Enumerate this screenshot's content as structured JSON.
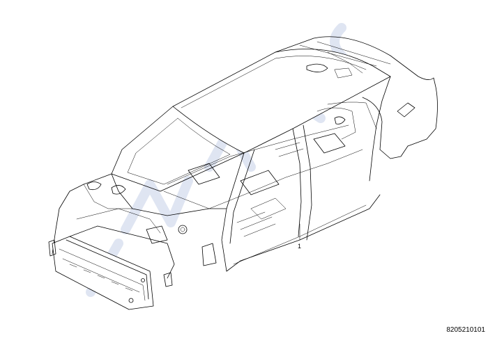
{
  "diagram": {
    "callouts": [
      {
        "id": "1",
        "label": "1"
      }
    ],
    "reference_code": "8205210101",
    "watermark_color": "#dfe5f2",
    "line_color": "#000000",
    "background": "#ffffff"
  }
}
